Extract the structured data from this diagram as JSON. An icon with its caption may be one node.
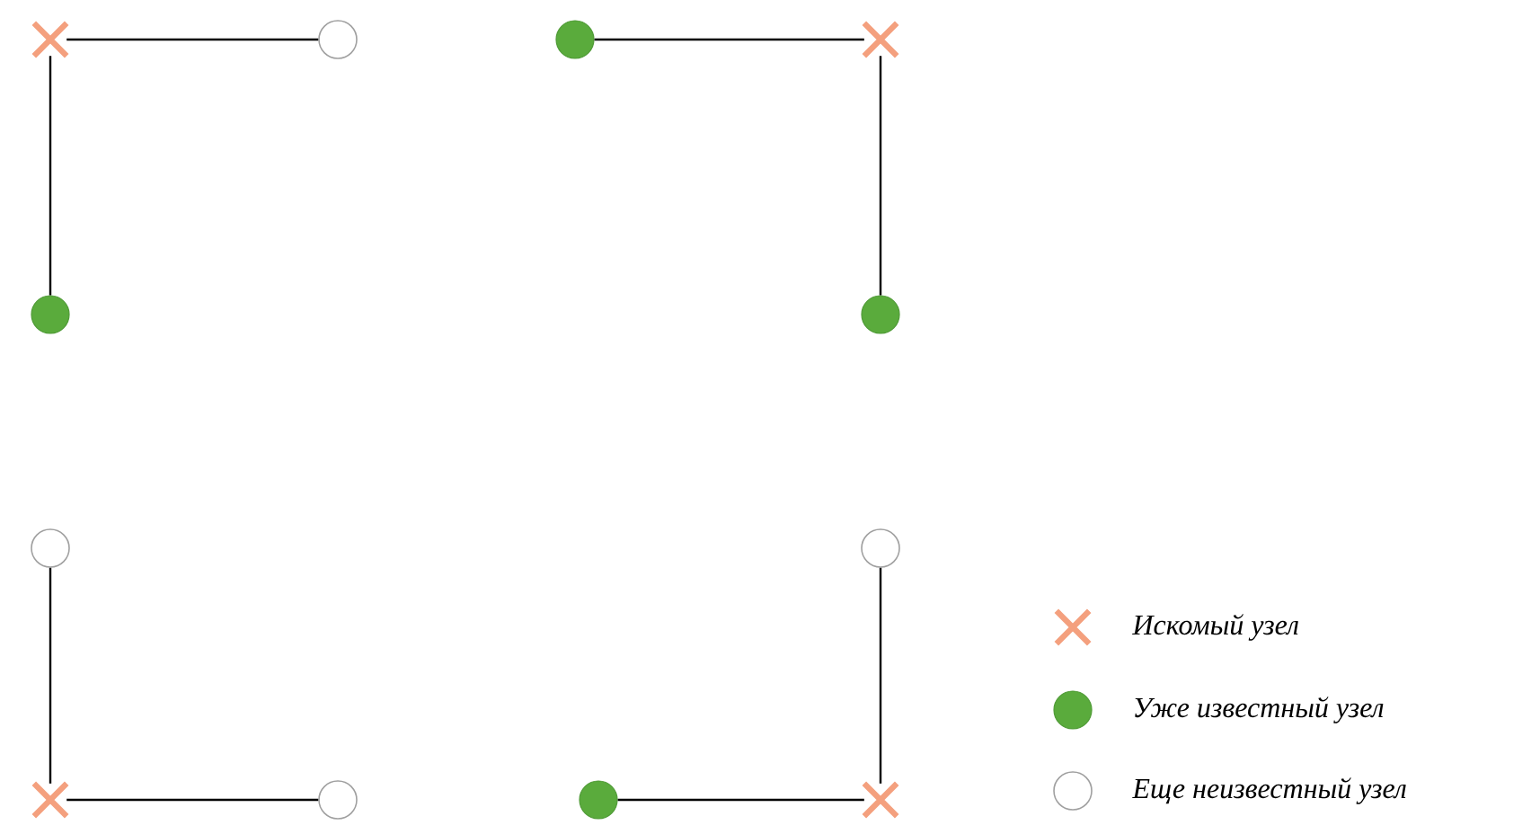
{
  "diagram": {
    "nodes": [
      {
        "text": [],
        "shape": "cross"
      },
      {
        "text": [],
        "shape": "circle"
      },
      {
        "text": [],
        "shape": "dot"
      },
      {
        "text": [],
        "shape": "cross"
      },
      {
        "text": [],
        "shape": "dot"
      },
      {
        "text": [],
        "shape": "dot"
      },
      {
        "text": [],
        "shape": "circle"
      },
      {
        "text": [],
        "shape": "circle"
      },
      {
        "text": [],
        "shape": "cross"
      },
      {
        "text": [],
        "shape": "circle"
      },
      {
        "text": [],
        "shape": "dot"
      },
      {
        "text": [],
        "shape": "cross"
      }
    ],
    "edges": [
      {
        "from": 0,
        "to": 1,
        "arrow": "none"
      },
      {
        "from": 0,
        "to": 4,
        "arrow": "none"
      },
      {
        "from": 2,
        "to": 3,
        "arrow": "none"
      },
      {
        "from": 3,
        "to": 5,
        "arrow": "none"
      },
      {
        "from": 6,
        "to": 8,
        "arrow": "none"
      },
      {
        "from": 8,
        "to": 9,
        "arrow": "none"
      },
      {
        "from": 7,
        "to": 11,
        "arrow": "none"
      },
      {
        "from": 10,
        "to": 11,
        "arrow": "none"
      }
    ],
    "legend": [
      {
        "text": "Искомый узел"
      },
      {
        "text": "Уже известный узел",
        "color": "#5aab3c"
      },
      {
        "text": "Еще неизвестный узел"
      }
    ]
  }
}
